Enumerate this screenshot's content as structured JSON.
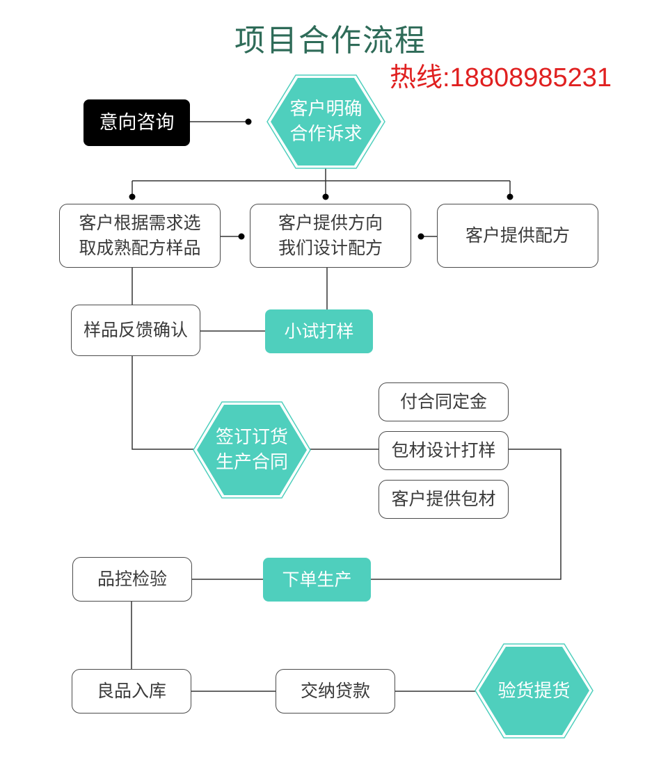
{
  "title": "项目合作流程",
  "hotline": "热线:18808985231",
  "colors": {
    "teal": "#4fcfbd",
    "title": "#2e6b58",
    "hotline": "#e02020",
    "line": "#333333"
  },
  "nodes": {
    "intent": "意向咨询",
    "clarify_l1": "客户明确",
    "clarify_l2": "合作诉求",
    "select_l1": "客户根据需求选",
    "select_l2": "取成熟配方样品",
    "design_l1": "客户提供方向",
    "design_l2": "我们设计配方",
    "provide_formula": "客户提供配方",
    "feedback": "样品反馈确认",
    "trial": "小试打样",
    "deposit": "付合同定金",
    "sign_l1": "签订订货",
    "sign_l2": "生产合同",
    "packaging_design": "包材设计打样",
    "customer_packaging": "客户提供包材",
    "qc": "品控检验",
    "production": "下单生产",
    "warehouse": "良品入库",
    "payment": "交纳贷款",
    "delivery": "验货提货"
  }
}
